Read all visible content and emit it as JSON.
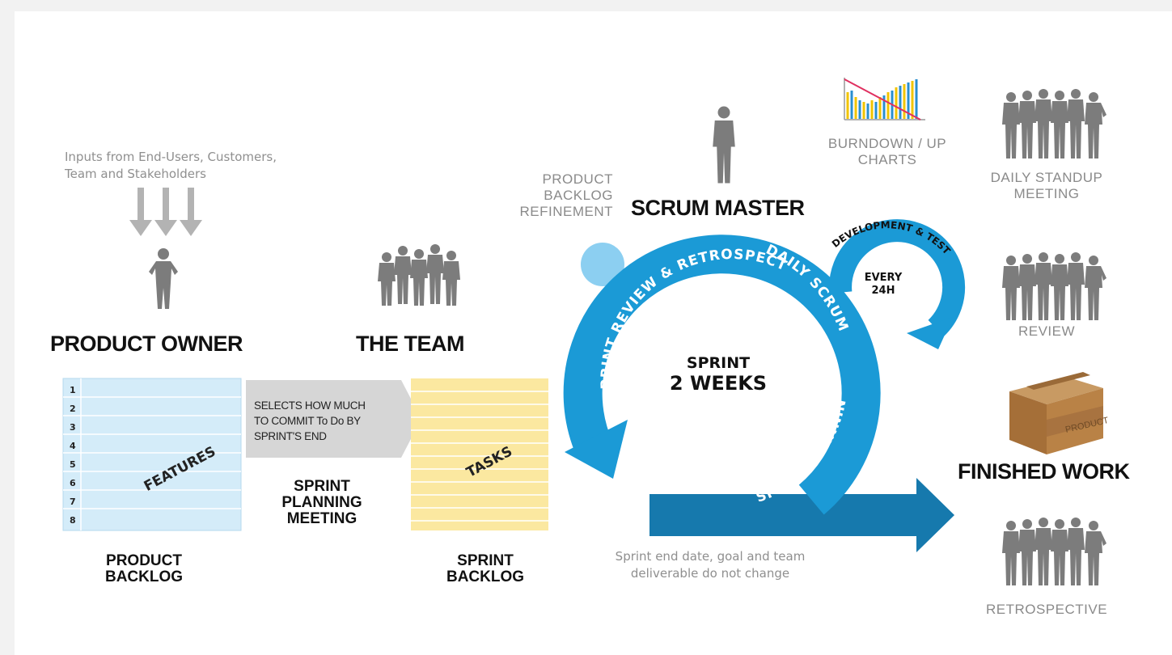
{
  "inputs_text": {
    "line1": "Inputs from End-Users, Customers,",
    "line2": "Team and Stakeholders"
  },
  "product_owner": "PRODUCT OWNER",
  "the_team": "THE TEAM",
  "scrum_master": "SCRUM MASTER",
  "refinement": {
    "line1": "PRODUCT",
    "line2": "BACKLOG",
    "line3": "REFINEMENT"
  },
  "burndown": {
    "line1": "BURNDOWN  / UP",
    "line2": "CHARTS"
  },
  "standup": {
    "line1": "DAILY  STANDUP",
    "line2": "MEETING"
  },
  "review_label": "REVIEW",
  "finished_work": "FINISHED WORK",
  "box_label": "PRODUCT",
  "retrospective_label": "RETROSPECTIVE",
  "product_backlog": {
    "label_line1": "PRODUCT",
    "label_line2": "BACKLOG",
    "features": "FEATURES",
    "numbers": [
      "1",
      "2",
      "3",
      "4",
      "5",
      "6",
      "7",
      "8"
    ]
  },
  "selects": {
    "line1": "SELECTS HOW MUCH",
    "line2": "TO COMMIT  To Do BY",
    "line3": "SPRINT'S END"
  },
  "sprint_planning_meeting": {
    "line1": "SPRINT",
    "line2": "PLANNING",
    "line3": "MEETING"
  },
  "sprint_backlog": {
    "label_line1": "SPRINT",
    "label_line2": "BACKLOG",
    "tasks": "TASKS"
  },
  "cycle": {
    "review_retro": "PRINT REVIEW & RETROSPECTIVE",
    "daily_scrum": "DAILY SCRUM",
    "sprint_planning": "SPRINT PLANNING",
    "dev_test": "DEVELOPMENT & TEST",
    "every_line1": "EVERY",
    "every_line2": "24H",
    "sprint_line1": "SPRINT",
    "sprint_line2": "2 WEEKS"
  },
  "sprint_note": {
    "line1": "Sprint end date, goal and team",
    "line2": "deliverable do not change"
  },
  "colors": {
    "cycle_blue": "#1b9ad6",
    "cycle_dark": "#1679ad",
    "light_blue": "#d4ecf9",
    "tasks_yellow": "#fbe8a0",
    "silhouette": "#7c7c7c",
    "dot": "#8ccff1"
  },
  "icons": {
    "person": "person-silhouette-icon",
    "group": "group-silhouette-icon",
    "chart": "burndown-chart-icon",
    "box": "product-box-icon"
  }
}
